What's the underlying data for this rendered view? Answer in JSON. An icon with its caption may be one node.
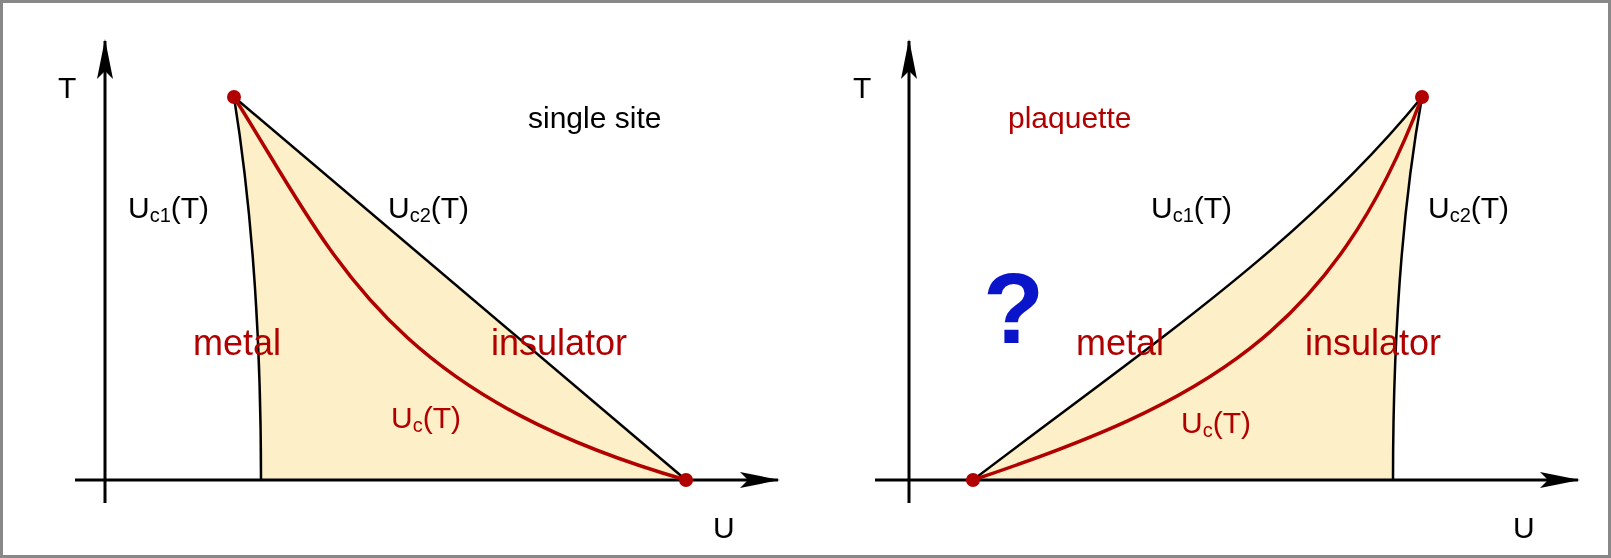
{
  "diagram": {
    "labels": [
      "T",
      "single site",
      "U$_{c1}$(T)",
      "U$_{c2}$(T)",
      "metal",
      "insulator",
      "U$_{c}$(T)",
      "U",
      "T",
      "plaquette",
      "U$_{c1}$(T)",
      "U$_{c2}$(T)",
      "?",
      "metal",
      "insulator",
      "U$_{c}$(T)",
      "U"
    ]
  }
}
